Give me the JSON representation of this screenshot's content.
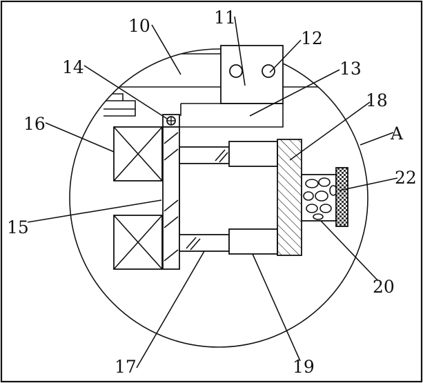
{
  "figure": {
    "detail_label": "A",
    "part_labels": {
      "p10": "10",
      "p11": "11",
      "p12": "12",
      "p13": "13",
      "p14": "14",
      "p15": "15",
      "p16": "16",
      "p17": "17",
      "p18": "18",
      "p19": "19",
      "p20": "20",
      "p22": "22"
    }
  }
}
